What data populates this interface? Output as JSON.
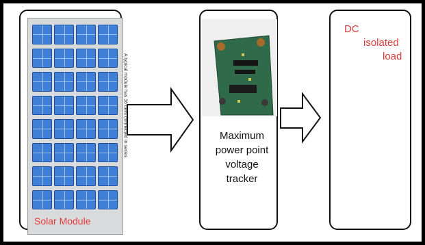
{
  "diagram": {
    "solar_module": {
      "label": "Solar Module",
      "side_text": "A typical module has 36 cells connected in series",
      "cell_color": "#3f7fd6",
      "rows": 8,
      "cols": 4
    },
    "mppt": {
      "lines": [
        "Maximum",
        "power point",
        "voltage",
        "tracker"
      ],
      "board_color": "#2f6b4a"
    },
    "load": {
      "lines": [
        "DC",
        "isolated",
        "load"
      ],
      "color": "#e23a3a"
    },
    "arrows": 2
  }
}
